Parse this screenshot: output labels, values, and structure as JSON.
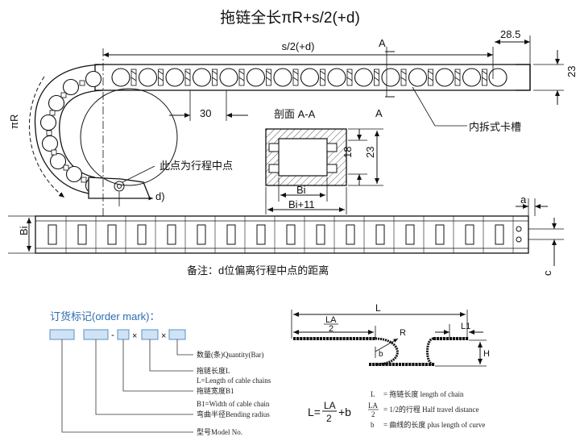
{
  "title": "拖链全长πR+s/2(+d)",
  "top_view": {
    "dim_s2": "s/2(+d)",
    "dim_A": "A",
    "dim_A2": "A",
    "dim_28_5": "28.5",
    "dim_23": "23",
    "dim_30": "30",
    "label_slot": "内拆式卡槽",
    "label_pi_r": "πR",
    "label_midpoint": "此点为行程中点",
    "label_d": "d)"
  },
  "section": {
    "title": "剖面 A-A",
    "dim_18": "18",
    "dim_23": "23",
    "dim_bi": "Bi",
    "dim_bi11": "Bi+11"
  },
  "plan_view": {
    "dim_bi": "Bi",
    "dim_a": "a",
    "dim_c": "c",
    "note": "备注：d位偏离行程中点的距离"
  },
  "order": {
    "title": "订货标记(order mark)：",
    "sep1": "-",
    "sep2": "×",
    "sep3": "×",
    "items": [
      {
        "label": "数量(条)Quantity(Bar)"
      },
      {
        "label": "拖链长度L"
      },
      {
        "label": "L=Length of cable chains"
      },
      {
        "label": "拖链宽度B1"
      },
      {
        "label": "B1=Width of cable chain"
      },
      {
        "label": "弯曲半径Bending radius"
      },
      {
        "label": "型号Model No."
      }
    ]
  },
  "layout_diagram": {
    "L": "L",
    "LA": "LA",
    "two": "2",
    "R": "R",
    "b": "b",
    "L1": "L1",
    "H": "H",
    "formula_lhs": "L=",
    "formula_num": "LA",
    "formula_den": "2",
    "formula_rhs": "+b",
    "legend": [
      {
        "sym": "L",
        "eq": "= 拖链长度  length of chain"
      },
      {
        "sym_num": "LA",
        "sym_den": "2",
        "eq": "= 1/2的行程  Half travel distance"
      },
      {
        "sym": "b",
        "eq": "= 曲线的长度  plus length of curve"
      }
    ]
  }
}
